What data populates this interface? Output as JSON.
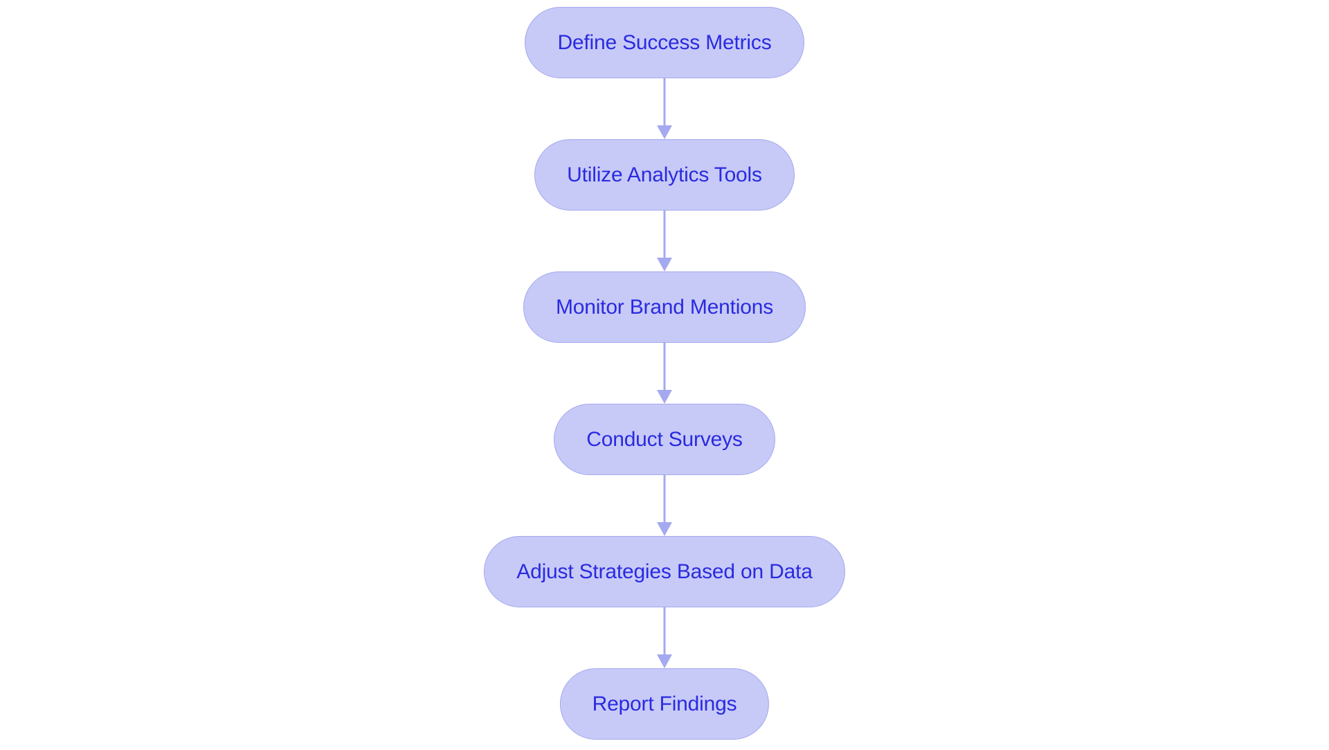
{
  "diagram": {
    "type": "flowchart",
    "orientation": "vertical-top-to-bottom",
    "background_color": "#ffffff",
    "node_fill_color": "#c7caf7",
    "node_border_color": "#a3a7ee",
    "node_text_color": "#2a2ae0",
    "connector_color": "#a5a9ef",
    "nodes": [
      {
        "id": "node-1",
        "label": "Define Success Metrics"
      },
      {
        "id": "node-2",
        "label": "Utilize Analytics Tools"
      },
      {
        "id": "node-3",
        "label": "Monitor Brand Mentions"
      },
      {
        "id": "node-4",
        "label": "Conduct Surveys"
      },
      {
        "id": "node-5",
        "label": "Adjust Strategies Based on Data"
      },
      {
        "id": "node-6",
        "label": "Report Findings"
      }
    ],
    "edges": [
      {
        "from": "node-1",
        "to": "node-2"
      },
      {
        "from": "node-2",
        "to": "node-3"
      },
      {
        "from": "node-3",
        "to": "node-4"
      },
      {
        "from": "node-4",
        "to": "node-5"
      },
      {
        "from": "node-5",
        "to": "node-6"
      }
    ]
  }
}
